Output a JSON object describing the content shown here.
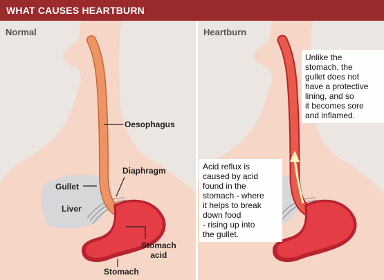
{
  "banner_title": "WHAT CAUSES HEARTBURN",
  "colors": {
    "banner": "#9b2a2c",
    "skin": "#f6d6c6",
    "background": "#ece6e2",
    "liver": "#d7d7d9",
    "stomach": "#e43d46",
    "oesophagus": "#ec9562",
    "acid_arrow": "#fff6b8"
  },
  "normal_panel": {
    "title": "Normal",
    "labels": {
      "oesophagus": "Oesophagus",
      "diaphragm": "Diaphragm",
      "gullet": "Gullet",
      "liver": "Liver",
      "stomach_acid_line1": "Stomach",
      "stomach_acid_line2": "acid",
      "stomach": "Stomach"
    }
  },
  "heartburn_panel": {
    "title": "Heartburn",
    "note_gullet": [
      "Unlike the",
      "stomach, the",
      "gullet does not",
      "have a protective",
      "lining, and so",
      "it becomes sore",
      "and inflamed."
    ],
    "note_reflux": [
      "Acid reflux is",
      "caused by acid",
      "found in the",
      "stomach - where",
      "it helps to break",
      "down food",
      "- rising up into",
      "the gullet."
    ]
  }
}
